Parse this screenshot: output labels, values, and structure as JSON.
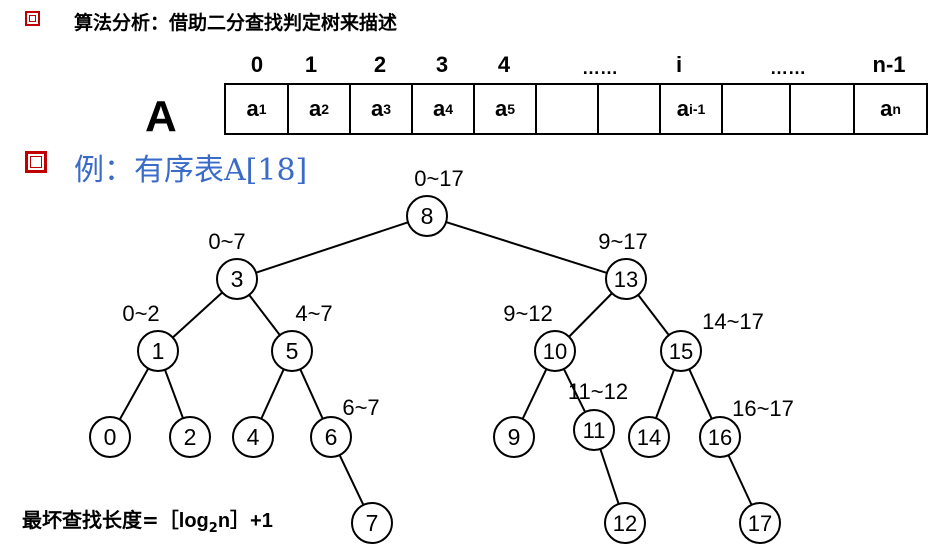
{
  "header": {
    "text": "算法分析：借助二分查找判定树来描述"
  },
  "array": {
    "name": "A",
    "indices": [
      "0",
      "1",
      "2",
      "3",
      "4",
      "……",
      "i",
      "……",
      "n-1"
    ],
    "cells": [
      {
        "base": "a",
        "sub": "1"
      },
      {
        "base": "a",
        "sub": "2"
      },
      {
        "base": "a",
        "sub": "3"
      },
      {
        "base": "a",
        "sub": "4"
      },
      {
        "base": "a",
        "sub": "5"
      },
      {
        "base": "",
        "sub": ""
      },
      {
        "base": "",
        "sub": ""
      },
      {
        "base": "a",
        "sub": "i-1"
      },
      {
        "base": "",
        "sub": ""
      },
      {
        "base": "",
        "sub": ""
      },
      {
        "base": "a",
        "sub": "n"
      }
    ]
  },
  "example": {
    "text": "例：有序表A[18]"
  },
  "tree": {
    "nodes": [
      {
        "id": "8",
        "range": "0~17"
      },
      {
        "id": "3",
        "range": "0~7"
      },
      {
        "id": "13",
        "range": "9~17"
      },
      {
        "id": "1",
        "range": "0~2"
      },
      {
        "id": "5",
        "range": "4~7"
      },
      {
        "id": "10",
        "range": "9~12"
      },
      {
        "id": "15",
        "range": "14~17"
      },
      {
        "id": "0",
        "range": ""
      },
      {
        "id": "2",
        "range": ""
      },
      {
        "id": "4",
        "range": ""
      },
      {
        "id": "6",
        "range": "6~7"
      },
      {
        "id": "9",
        "range": ""
      },
      {
        "id": "11",
        "range": "11~12"
      },
      {
        "id": "14",
        "range": ""
      },
      {
        "id": "16",
        "range": "16~17"
      },
      {
        "id": "7",
        "range": ""
      },
      {
        "id": "12",
        "range": ""
      },
      {
        "id": "17",
        "range": ""
      }
    ],
    "edges": [
      [
        "8",
        "3"
      ],
      [
        "8",
        "13"
      ],
      [
        "3",
        "1"
      ],
      [
        "3",
        "5"
      ],
      [
        "13",
        "10"
      ],
      [
        "13",
        "15"
      ],
      [
        "1",
        "0"
      ],
      [
        "1",
        "2"
      ],
      [
        "5",
        "4"
      ],
      [
        "5",
        "6"
      ],
      [
        "10",
        "9"
      ],
      [
        "10",
        "11"
      ],
      [
        "15",
        "14"
      ],
      [
        "15",
        "16"
      ],
      [
        "6",
        "7"
      ],
      [
        "11",
        "12"
      ],
      [
        "16",
        "17"
      ]
    ]
  },
  "formula": {
    "prefix": "最坏查找长度=",
    "lbracket": "［",
    "log": "log",
    "base": "2",
    "arg": "n",
    "rbracket": "］",
    "suffix": "+1"
  }
}
